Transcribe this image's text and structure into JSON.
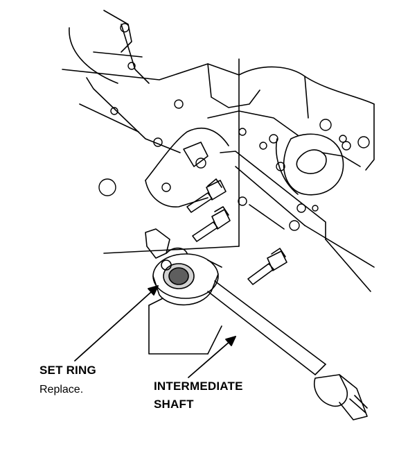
{
  "labels": {
    "set_ring": "SET RING",
    "set_ring_note": "Replace.",
    "intermediate_line1": "INTERMEDIATE",
    "intermediate_line2": "SHAFT"
  },
  "colors": {
    "ink": "#000000",
    "paper": "#ffffff"
  }
}
